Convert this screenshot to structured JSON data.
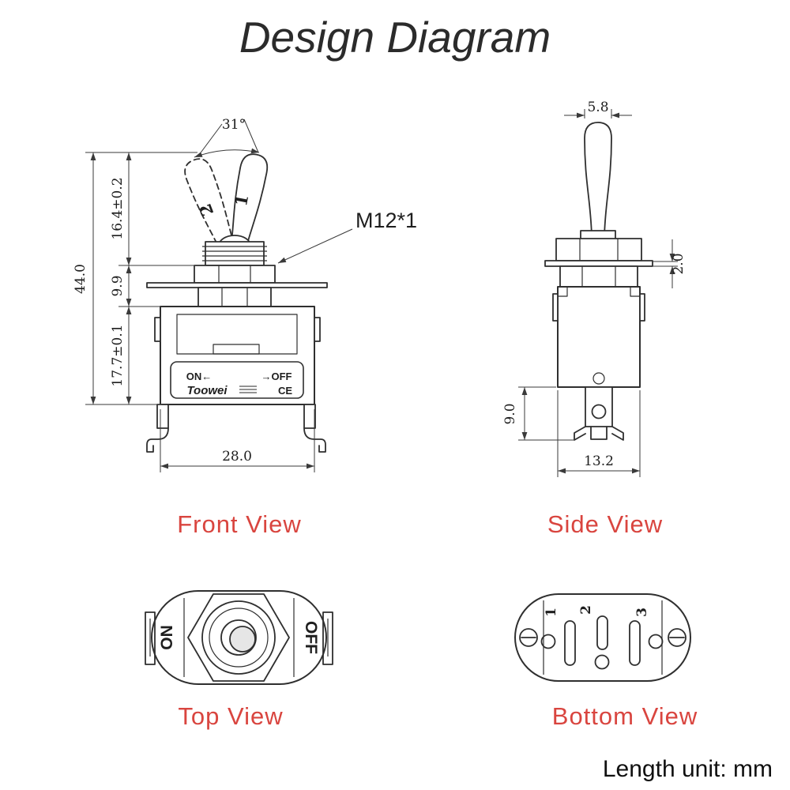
{
  "title": "Design Diagram",
  "footer": "Length unit: mm",
  "colors": {
    "line": "#2f2f2f",
    "dimension": "#3a3a3a",
    "view_label": "#d9453f"
  },
  "views": {
    "front": {
      "label": "Front View",
      "dims": {
        "angle": "31°",
        "total_height": "44.0",
        "lever_height": "16.4±0.2",
        "bushing_height": "9.9",
        "body_height": "17.7±0.1",
        "body_width": "28.0",
        "thread_spec": "M12*1"
      },
      "lever_positions": {
        "alt": "2",
        "main": "1"
      },
      "markings": {
        "on": "ON←",
        "off": "→OFF",
        "brand": "Toowei",
        "cert": "CE"
      }
    },
    "side": {
      "label": "Side View",
      "dims": {
        "lever_width": "5.8",
        "plate_thickness": "2.0",
        "terminal_length": "9.0",
        "body_depth": "13.2"
      }
    },
    "top": {
      "label": "Top View",
      "markings": {
        "on": "ON",
        "off": "OFF"
      }
    },
    "bottom": {
      "label": "Bottom View",
      "terminals": {
        "t1": "1",
        "t2": "2",
        "t3": "3"
      }
    }
  }
}
